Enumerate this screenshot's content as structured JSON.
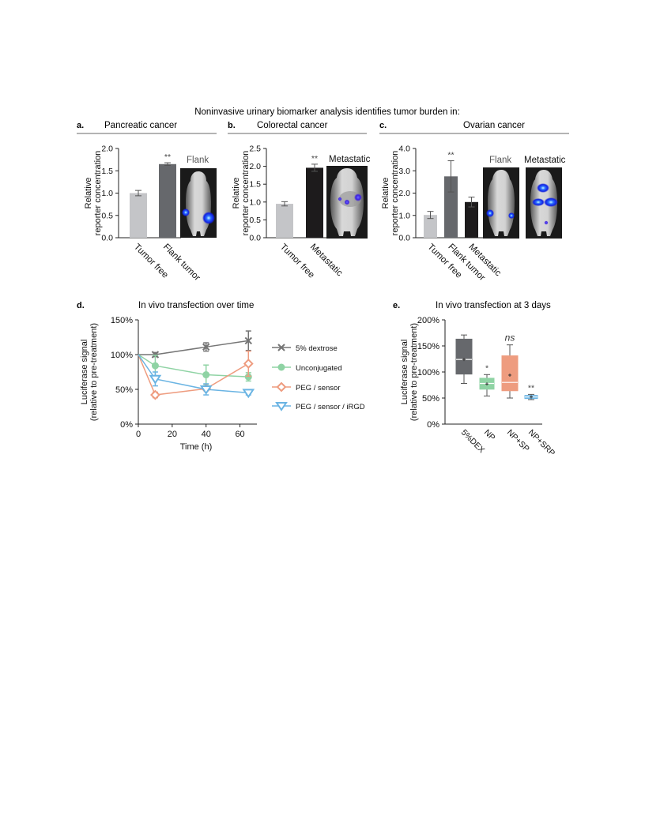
{
  "figure": {
    "title": "Noninvasive urinary biomarker analysis identifies tumor burden in:"
  },
  "panels": {
    "a": {
      "letter": "a.",
      "title": "Pancreatic cancer",
      "image_label": "Flank"
    },
    "b": {
      "letter": "b.",
      "title": "Colorectal cancer",
      "image_label": "Metastatic"
    },
    "c": {
      "letter": "c.",
      "title": "Ovarian cancer",
      "image_labels": [
        "Flank",
        "Metastatic"
      ]
    },
    "d": {
      "letter": "d.",
      "title": "In vivo transfection over time"
    },
    "e": {
      "letter": "e.",
      "title": "In vivo transfection at 3 days"
    }
  },
  "colors": {
    "light_gray": "#c4c5c8",
    "dark_gray": "#66686c",
    "black": "#1d1b1c",
    "dextrose": "#757575",
    "unconjugated": "#8fd3a4",
    "peg_sensor": "#ee9c7f",
    "peg_sensor_irgd": "#6ab4e3",
    "section_rule": "#b3b3b3"
  },
  "chart_data": [
    {
      "id": "a",
      "type": "bar",
      "ylabel": [
        "Relative",
        "reporter concentration"
      ],
      "categories": [
        "Tumor free",
        "Flank tumor"
      ],
      "values": [
        1.0,
        1.65
      ],
      "errors": [
        0.06,
        0.03
      ],
      "bar_colors": [
        "#c4c5c8",
        "#66686c"
      ],
      "significance": [
        "",
        "**"
      ],
      "ylim": [
        0,
        2.0
      ],
      "yticks": [
        "0.0",
        "0.5",
        "1.0",
        "1.5",
        "2.0"
      ]
    },
    {
      "id": "b",
      "type": "bar",
      "ylabel": [
        "Relative",
        "reporter concentration"
      ],
      "categories": [
        "Tumor free",
        "Metastatic"
      ],
      "values": [
        0.95,
        1.96
      ],
      "errors": [
        0.06,
        0.1
      ],
      "bar_colors": [
        "#c4c5c8",
        "#1d1b1c"
      ],
      "significance": [
        "",
        "**"
      ],
      "ylim": [
        0,
        2.5
      ],
      "yticks": [
        "0.0",
        "0.5",
        "1.0",
        "1.5",
        "2.0",
        "2.5"
      ]
    },
    {
      "id": "c",
      "type": "bar",
      "ylabel": [
        "Relative",
        "reporter concentration"
      ],
      "categories": [
        "Tumor free",
        "Flank tumor",
        "Metastatic"
      ],
      "values": [
        1.02,
        2.75,
        1.6
      ],
      "errors": [
        0.16,
        0.7,
        0.22
      ],
      "bar_colors": [
        "#c4c5c8",
        "#66686c",
        "#1d1b1c"
      ],
      "significance": [
        "",
        "**",
        ""
      ],
      "ylim": [
        0,
        4.0
      ],
      "yticks": [
        "0.0",
        "1.0",
        "2.0",
        "3.0",
        "4.0"
      ]
    },
    {
      "id": "d",
      "type": "line",
      "xlabel": "Time (h)",
      "ylabel": [
        "Luciferase signal",
        "(relative to pre-treatment)"
      ],
      "xlim": [
        0,
        70
      ],
      "ylim": [
        0,
        150
      ],
      "xticks": [
        0,
        20,
        40,
        60
      ],
      "xticklabels": [
        "0",
        "20",
        "40",
        "60"
      ],
      "yticks": [
        0,
        50,
        100,
        150
      ],
      "yticklabels": [
        "0%",
        "50%",
        "100%",
        "150%"
      ],
      "series": [
        {
          "name": "5% dextrose",
          "marker": "x",
          "color": "#757575",
          "x": [
            0,
            10,
            40,
            65
          ],
          "y": [
            100,
            100,
            111,
            120
          ],
          "err": [
            0,
            3,
            6,
            14
          ]
        },
        {
          "name": "Unconjugated",
          "marker": "circle",
          "color": "#8fd3a4",
          "x": [
            0,
            10,
            40,
            65
          ],
          "y": [
            100,
            84,
            71,
            68
          ],
          "err": [
            0,
            15,
            14,
            6
          ]
        },
        {
          "name": "PEG / sensor",
          "marker": "diamond",
          "color": "#ee9c7f",
          "x": [
            0,
            10,
            40,
            65
          ],
          "y": [
            100,
            42,
            51,
            87
          ],
          "err": [
            0,
            4,
            3,
            18
          ]
        },
        {
          "name": "PEG / sensor / iRGD",
          "marker": "triangle-down",
          "color": "#6ab4e3",
          "x": [
            0,
            10,
            40,
            65
          ],
          "y": [
            100,
            65,
            50,
            45
          ],
          "err": [
            0,
            10,
            8,
            3
          ]
        }
      ]
    },
    {
      "id": "e",
      "type": "box",
      "ylabel": [
        "Luciferase signal",
        "(relative to pre-treatment)"
      ],
      "ylim": [
        0,
        200
      ],
      "yticks": [
        0,
        50,
        100,
        150,
        200
      ],
      "yticklabels": [
        "0%",
        "50%",
        "100%",
        "150%",
        "200%"
      ],
      "categories": [
        "5%DEX",
        "NP",
        "NP+SP",
        "NP+SRP"
      ],
      "boxes": [
        {
          "min": 78,
          "q1": 96,
          "median": 124,
          "mean": 124,
          "q3": 163,
          "max": 171,
          "color": "#66686c",
          "label": ""
        },
        {
          "min": 54,
          "q1": 67,
          "median": 78,
          "mean": 77,
          "q3": 88,
          "max": 95,
          "color": "#8fd3a4",
          "label": "*"
        },
        {
          "min": 50,
          "q1": 64,
          "median": 80,
          "mean": 94,
          "q3": 131,
          "max": 152,
          "color": "#ee9c7f",
          "label": "ns"
        },
        {
          "min": 47,
          "q1": 49,
          "median": 52,
          "mean": 52,
          "q3": 55,
          "max": 57,
          "color": "#6ab4e3",
          "label": "**"
        }
      ]
    }
  ]
}
